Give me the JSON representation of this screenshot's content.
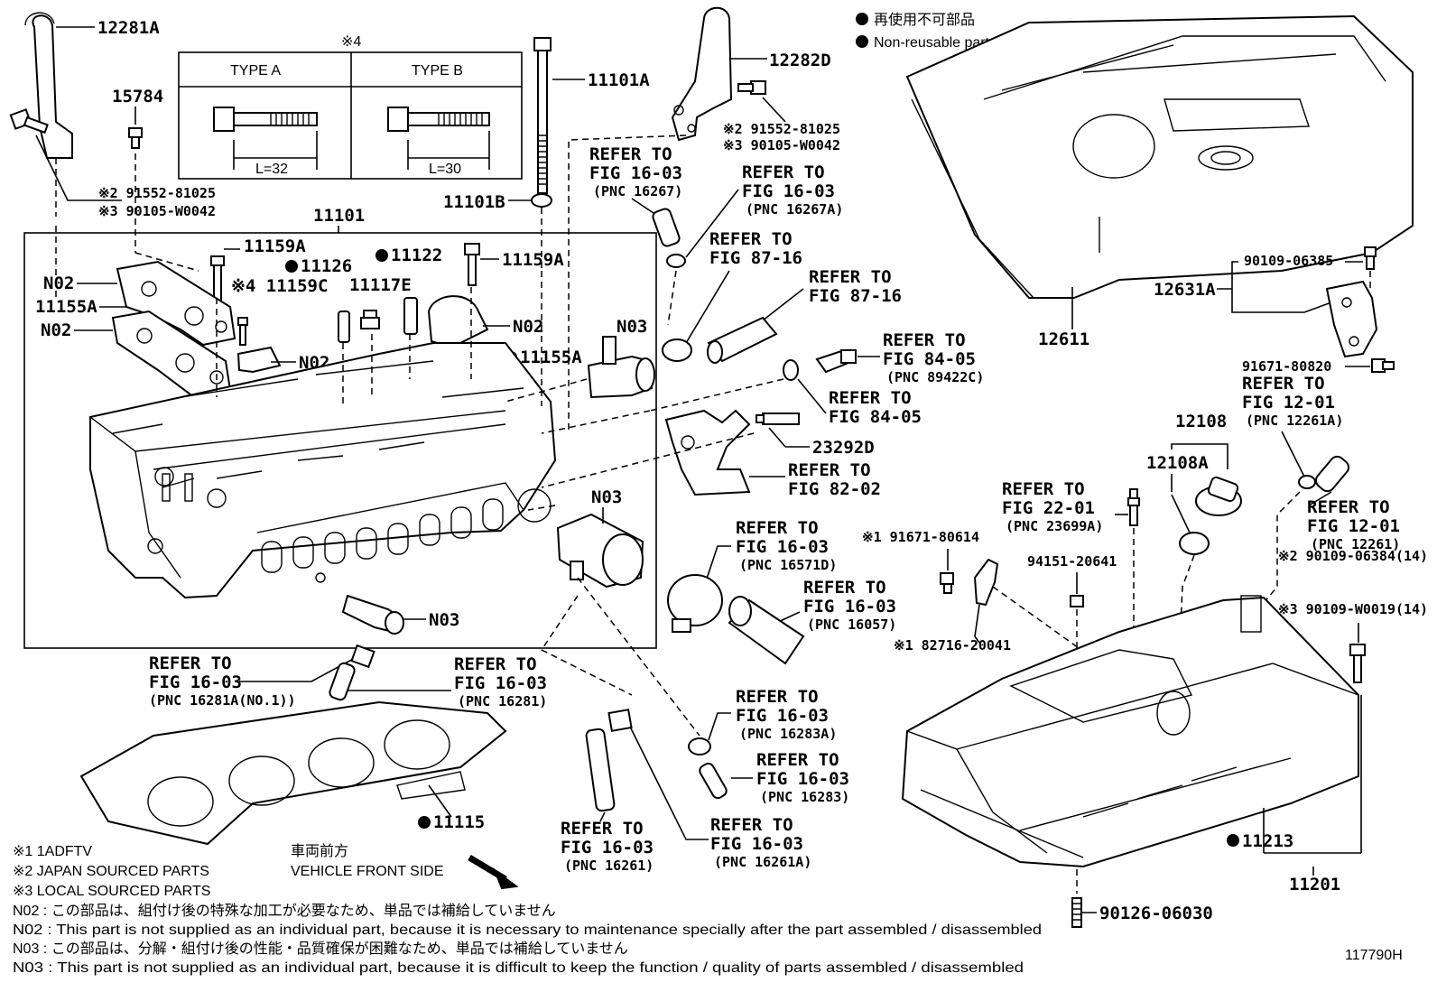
{
  "legend": {
    "non_reusable_jp": "再使用不可部品",
    "non_reusable_en": "Non-reusable part"
  },
  "type_box": {
    "marker": "※4",
    "type_a": "TYPE A",
    "type_b": "TYPE B",
    "len_a": "L=32",
    "len_b": "L=30"
  },
  "parts": {
    "p12281A": "12281A",
    "p15784": "15784",
    "p11101A": "11101A",
    "p11101B": "11101B",
    "p11101": "11101",
    "p12282D": "12282D",
    "bolt_a_1": "※2 91552-81025",
    "bolt_a_2": "※3 90105-W0042",
    "bolt_b_1": "※2 91552-81025",
    "bolt_b_2": "※3 90105-W0042",
    "p11159A_1": "11159A",
    "p11159A_2": "11159A",
    "p11126": "11126",
    "p11122": "11122",
    "p11159C": "※4 11159C",
    "p11117E": "11117E",
    "n02_1": "N02",
    "n02_2": "N02",
    "n02_3": "N02",
    "n02_4": "N02",
    "p11155A_1": "11155A",
    "p11155A_2": "11155A",
    "n03_1": "N03",
    "n03_2": "N03",
    "n03_3": "N03",
    "p23292D": "23292D",
    "p11115": "11115",
    "p12611": "12611",
    "p12631A": "12631A",
    "p90109_06385": "90109-06385",
    "p91671_80820": "91671-80820",
    "p12108": "12108",
    "p12108A": "12108A",
    "p91671_80614": "※1 91671-80614",
    "p94151_20641": "94151-20641",
    "p82716_20041": "※1 82716-20041",
    "p90109_06384": "※2 90109-06384(14)",
    "p90109_W0019": "※3 90109-W0019(14)",
    "p11213": "11213",
    "p11201": "11201",
    "p90126_06030": "90126-06030"
  },
  "refs": [
    {
      "l1": "REFER TO",
      "l2": "FIG 16-03",
      "l3": "(PNC 16267)"
    },
    {
      "l1": "REFER TO",
      "l2": "FIG 16-03",
      "l3": "(PNC 16267A)"
    },
    {
      "l1": "REFER TO",
      "l2": "FIG 87-16",
      "l3": ""
    },
    {
      "l1": "REFER TO",
      "l2": "FIG 87-16",
      "l3": ""
    },
    {
      "l1": "REFER TO",
      "l2": "FIG 84-05",
      "l3": "(PNC 89422C)"
    },
    {
      "l1": "REFER TO",
      "l2": "FIG 84-05",
      "l3": ""
    },
    {
      "l1": "REFER TO",
      "l2": "FIG 82-02",
      "l3": ""
    },
    {
      "l1": "REFER TO",
      "l2": "FIG 16-03",
      "l3": "(PNC 16571D)"
    },
    {
      "l1": "REFER TO",
      "l2": "FIG 16-03",
      "l3": "(PNC 16057)"
    },
    {
      "l1": "REFER TO",
      "l2": "FIG 16-03",
      "l3": "(PNC 16283A)"
    },
    {
      "l1": "REFER TO",
      "l2": "FIG 16-03",
      "l3": "(PNC 16283)"
    },
    {
      "l1": "REFER TO",
      "l2": "FIG 16-03",
      "l3": "(PNC 16261)"
    },
    {
      "l1": "REFER TO",
      "l2": "FIG 16-03",
      "l3": "(PNC 16261A)"
    },
    {
      "l1": "REFER TO",
      "l2": "FIG 16-03",
      "l3": "(PNC 16281A(NO.1))"
    },
    {
      "l1": "REFER TO",
      "l2": "FIG 16-03",
      "l3": "(PNC 16281)"
    },
    {
      "l1": "REFER TO",
      "l2": "FIG 12-01",
      "l3": "(PNC 12261A)"
    },
    {
      "l1": "REFER TO",
      "l2": "FIG 12-01",
      "l3": "(PNC 12261)"
    },
    {
      "l1": "REFER TO",
      "l2": "FIG 22-01",
      "l3": "(PNC 23699A)"
    }
  ],
  "footnotes": {
    "f1": "※1 1ADFTV",
    "f2": "※2 JAPAN SOURCED PARTS",
    "f3": "※3 LOCAL SOURCED PARTS",
    "front_jp": "車両前方",
    "front_en": "VEHICLE FRONT SIDE",
    "n02_jp": "N02 : この部品は、組付け後の特殊な加工が必要なため、単品では補給していません",
    "n02_en": "N02 : This part is not supplied as an individual part, because it is necessary to maintenance specially after the part assembled / disassembled",
    "n03_jp": "N03 : この部品は、分解・組付け後の性能・品質確保が困難なため、単品では補給していません",
    "n03_en": "N03 : This part is not supplied as an individual part, because it is difficult to keep the function / quality of parts  assembled / disassembled",
    "figure_id": "117790H"
  }
}
